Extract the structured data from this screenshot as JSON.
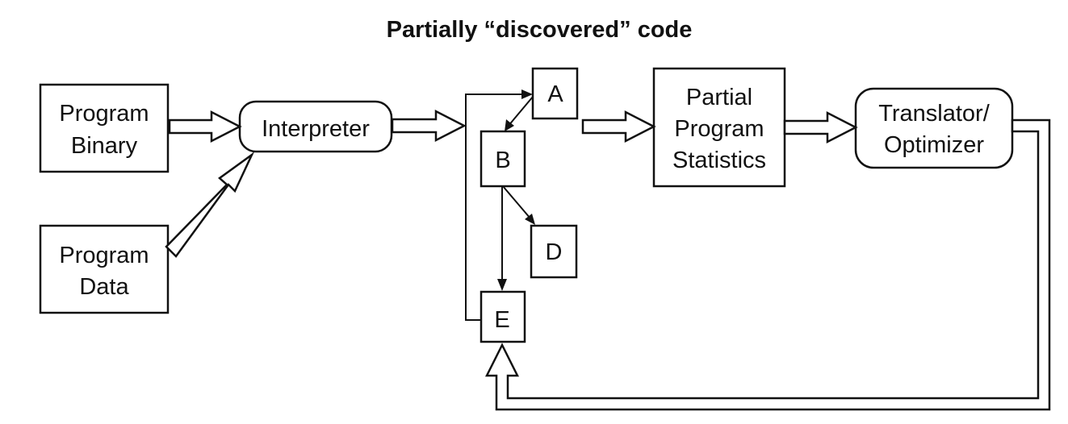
{
  "title": "Partially “discovered” code",
  "nodes": {
    "program_binary": [
      "Program",
      "Binary"
    ],
    "program_data": [
      "Program",
      "Data"
    ],
    "interpreter": [
      "Interpreter"
    ],
    "block_a": [
      "A"
    ],
    "block_b": [
      "B"
    ],
    "block_d": [
      "D"
    ],
    "block_e": [
      "E"
    ],
    "partial_program_statistics": [
      "Partial",
      "Program",
      "Statistics"
    ],
    "translator_optimizer": [
      "Translator/",
      "Optimizer"
    ]
  },
  "colors": {
    "ink": "#111111",
    "background": "#ffffff"
  }
}
